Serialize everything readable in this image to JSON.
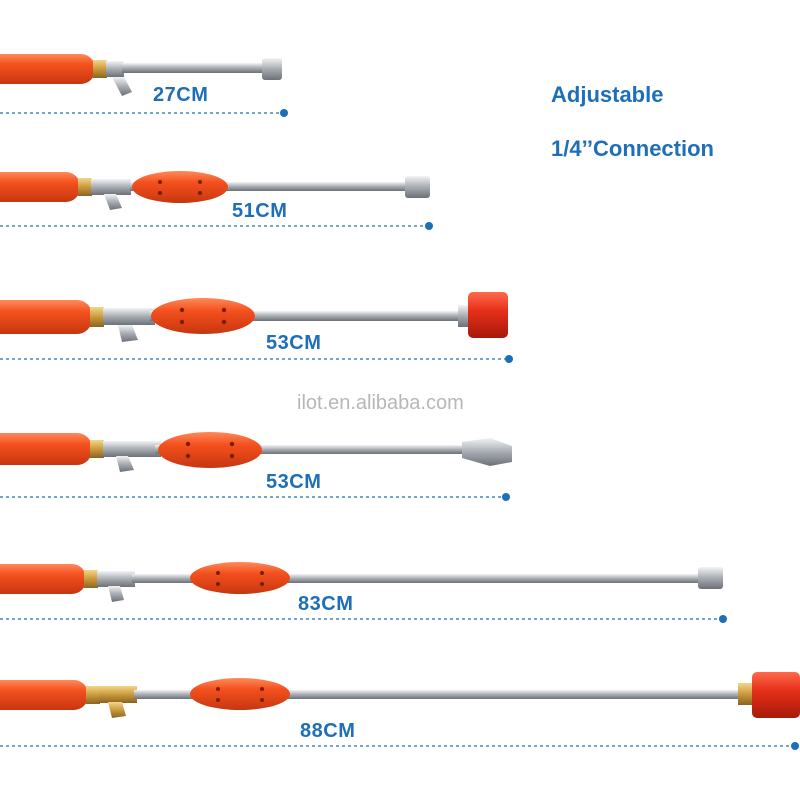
{
  "headline": {
    "line1": "Adjustable",
    "line2": "1/4’’Connection"
  },
  "watermark": "ilot.en.alibaba.com",
  "products": [
    {
      "length_label": "27CM",
      "nozzle": "small-silver-nozzle",
      "has_middle_grip": false
    },
    {
      "length_label": "51CM",
      "nozzle": "small-silver-nozzle",
      "has_middle_grip": true
    },
    {
      "length_label": "53CM",
      "nozzle": "red-cap-nozzle",
      "has_middle_grip": true
    },
    {
      "length_label": "53CM",
      "nozzle": "angled-silver-nozzle",
      "has_middle_grip": true
    },
    {
      "length_label": "83CM",
      "nozzle": "small-silver-nozzle",
      "has_middle_grip": true
    },
    {
      "length_label": "88CM",
      "nozzle": "red-cap-nozzle",
      "has_middle_grip": true
    }
  ],
  "colors": {
    "handle": "#f0501e",
    "text": "#1e6fb8",
    "rod": "#c9ccd0",
    "cap": "#e23a1c"
  }
}
